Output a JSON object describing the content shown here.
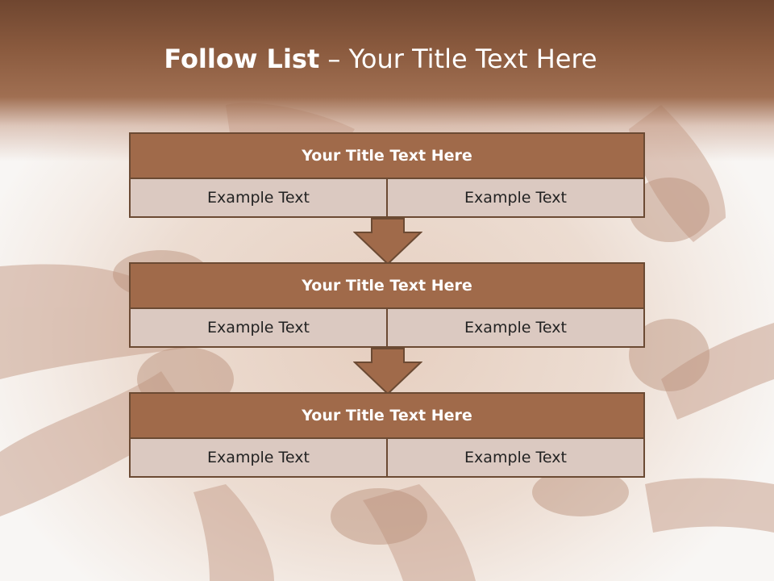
{
  "slide": {
    "title_bold": "Follow List",
    "title_rest": "– Your Title Text Here"
  },
  "boxes": [
    {
      "title": "Your Title Text Here",
      "left": "Example Text",
      "right": "Example Text"
    },
    {
      "title": "Your Title Text Here",
      "left": "Example Text",
      "right": "Example Text"
    },
    {
      "title": "Your Title Text Here",
      "left": "Example Text",
      "right": "Example Text"
    }
  ],
  "colors": {
    "header_brown": "#8a5a3e",
    "box_title_fill": "#a06a4a",
    "cell_fill": "#dbc9c1",
    "border": "#6b4a33",
    "arrow_fill": "#a06a4a"
  }
}
